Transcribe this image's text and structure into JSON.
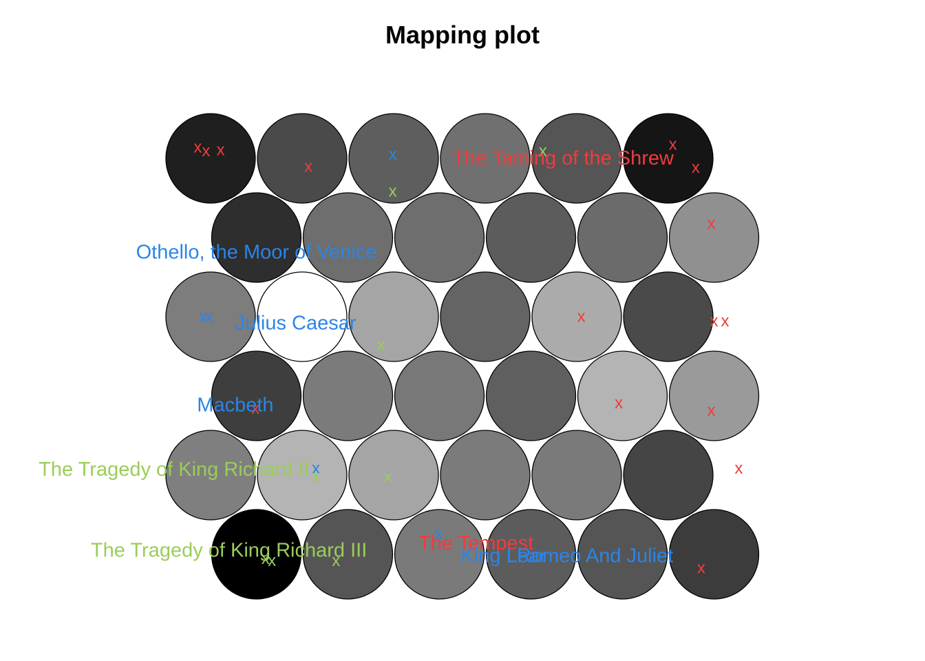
{
  "chart_data": {
    "type": "scatter",
    "title": "Mapping plot",
    "grid": {
      "cols": 6,
      "rows": 6,
      "topology": "hexagonal"
    },
    "colors": {
      "green": "#9acd5a",
      "blue": "#2a85e8",
      "red": "#f03c3c"
    },
    "cells": [
      {
        "row": 1,
        "col": 1,
        "shade": "#000000"
      },
      {
        "row": 1,
        "col": 2,
        "shade": "#555555"
      },
      {
        "row": 1,
        "col": 3,
        "shade": "#7a7a7a"
      },
      {
        "row": 1,
        "col": 4,
        "shade": "#5c5c5c"
      },
      {
        "row": 1,
        "col": 5,
        "shade": "#555555"
      },
      {
        "row": 1,
        "col": 6,
        "shade": "#3c3c3c"
      },
      {
        "row": 2,
        "col": 1,
        "shade": "#7f7f7f"
      },
      {
        "row": 2,
        "col": 2,
        "shade": "#b4b4b4"
      },
      {
        "row": 2,
        "col": 3,
        "shade": "#a5a5a5"
      },
      {
        "row": 2,
        "col": 4,
        "shade": "#7b7b7b"
      },
      {
        "row": 2,
        "col": 5,
        "shade": "#7a7a7a"
      },
      {
        "row": 2,
        "col": 6,
        "shade": "#454545"
      },
      {
        "row": 3,
        "col": 1,
        "shade": "#3e3e3e"
      },
      {
        "row": 3,
        "col": 2,
        "shade": "#7b7b7b"
      },
      {
        "row": 3,
        "col": 3,
        "shade": "#787878"
      },
      {
        "row": 3,
        "col": 4,
        "shade": "#5f5f5f"
      },
      {
        "row": 3,
        "col": 5,
        "shade": "#b4b4b4"
      },
      {
        "row": 3,
        "col": 6,
        "shade": "#9a9a9a"
      },
      {
        "row": 4,
        "col": 1,
        "shade": "#7d7d7d"
      },
      {
        "row": 4,
        "col": 2,
        "shade": "#ffffff"
      },
      {
        "row": 4,
        "col": 3,
        "shade": "#a5a5a5"
      },
      {
        "row": 4,
        "col": 4,
        "shade": "#646464"
      },
      {
        "row": 4,
        "col": 5,
        "shade": "#ababab"
      },
      {
        "row": 4,
        "col": 6,
        "shade": "#4a4a4a"
      },
      {
        "row": 5,
        "col": 1,
        "shade": "#2e2e2e"
      },
      {
        "row": 5,
        "col": 2,
        "shade": "#6e6e6e"
      },
      {
        "row": 5,
        "col": 3,
        "shade": "#6e6e6e"
      },
      {
        "row": 5,
        "col": 4,
        "shade": "#5c5c5c"
      },
      {
        "row": 5,
        "col": 5,
        "shade": "#6b6b6b"
      },
      {
        "row": 5,
        "col": 6,
        "shade": "#909090"
      },
      {
        "row": 6,
        "col": 1,
        "shade": "#1f1f1f"
      },
      {
        "row": 6,
        "col": 2,
        "shade": "#4a4a4a"
      },
      {
        "row": 6,
        "col": 3,
        "shade": "#5e5e5e"
      },
      {
        "row": 6,
        "col": 4,
        "shade": "#707070"
      },
      {
        "row": 6,
        "col": 5,
        "shade": "#555555"
      },
      {
        "row": 6,
        "col": 6,
        "shade": "#151515"
      }
    ],
    "markers": [
      {
        "text": "x",
        "color": "green",
        "row": 1,
        "col": 1,
        "dx": 0.1,
        "dy": -0.05
      },
      {
        "text": "x",
        "color": "green",
        "row": 1,
        "col": 1,
        "dx": 0.17,
        "dy": -0.07
      },
      {
        "text": "x",
        "color": "green",
        "row": 1,
        "col": 2,
        "dx": -0.13,
        "dy": -0.07
      },
      {
        "text": "x",
        "color": "blue",
        "row": 1,
        "col": 3,
        "dx": -0.01,
        "dy": 0.22
      },
      {
        "text": "x",
        "color": "red",
        "row": 1,
        "col": 6,
        "dx": -0.14,
        "dy": -0.15
      },
      {
        "text": "x",
        "color": "blue",
        "row": 2,
        "col": 2,
        "dx": 0.15,
        "dy": 0.07
      },
      {
        "text": "x",
        "color": "green",
        "row": 2,
        "col": 2,
        "dx": 0.15,
        "dy": -0.02
      },
      {
        "text": "x",
        "color": "green",
        "row": 2,
        "col": 3,
        "dx": -0.06,
        "dy": -0.02
      },
      {
        "text": "x",
        "color": "red",
        "row": 2,
        "col": 6,
        "dx": 0.77,
        "dy": 0.07
      },
      {
        "text": "x",
        "color": "red",
        "row": 3,
        "col": 1,
        "dx": -0.01,
        "dy": -0.14
      },
      {
        "text": "x",
        "color": "red",
        "row": 3,
        "col": 5,
        "dx": -0.04,
        "dy": -0.08
      },
      {
        "text": "x",
        "color": "red",
        "row": 3,
        "col": 6,
        "dx": -0.03,
        "dy": -0.16
      },
      {
        "text": "x",
        "color": "blue",
        "row": 4,
        "col": 1,
        "dx": -0.08,
        "dy": 0.0
      },
      {
        "text": "x",
        "color": "blue",
        "row": 4,
        "col": 1,
        "dx": -0.02,
        "dy": 0.0
      },
      {
        "text": "x",
        "color": "green",
        "row": 4,
        "col": 3,
        "dx": -0.14,
        "dy": -0.31
      },
      {
        "text": "x",
        "color": "red",
        "row": 4,
        "col": 5,
        "dx": 0.05,
        "dy": 0.0
      },
      {
        "text": "x",
        "color": "red",
        "row": 4,
        "col": 6,
        "dx": 0.5,
        "dy": -0.05
      },
      {
        "text": "x",
        "color": "red",
        "row": 4,
        "col": 6,
        "dx": 0.62,
        "dy": -0.05
      },
      {
        "text": "x",
        "color": "red",
        "row": 5,
        "col": 6,
        "dx": -0.03,
        "dy": 0.15
      },
      {
        "text": "x",
        "color": "red",
        "row": 6,
        "col": 1,
        "dx": -0.14,
        "dy": 0.12
      },
      {
        "text": "x",
        "color": "red",
        "row": 6,
        "col": 1,
        "dx": -0.05,
        "dy": 0.08
      },
      {
        "text": "x",
        "color": "red",
        "row": 6,
        "col": 1,
        "dx": 0.11,
        "dy": 0.09
      },
      {
        "text": "x",
        "color": "red",
        "row": 6,
        "col": 2,
        "dx": 0.07,
        "dy": -0.09
      },
      {
        "text": "x",
        "color": "blue",
        "row": 6,
        "col": 3,
        "dx": -0.01,
        "dy": 0.04
      },
      {
        "text": "x",
        "color": "green",
        "row": 6,
        "col": 3,
        "dx": -0.01,
        "dy": -0.36
      },
      {
        "text": "x",
        "color": "green",
        "row": 6,
        "col": 4,
        "dx": 0.63,
        "dy": 0.08
      },
      {
        "text": "x",
        "color": "red",
        "row": 6,
        "col": 6,
        "dx": 0.05,
        "dy": 0.15
      },
      {
        "text": "x",
        "color": "red",
        "row": 6,
        "col": 6,
        "dx": 0.3,
        "dy": -0.1
      }
    ],
    "labels": [
      {
        "text": "The Tragedy of King Richard III",
        "color": "green",
        "row": 1,
        "col": 1,
        "dx": -0.3,
        "dy": 0.04
      },
      {
        "text": "The Tempest",
        "color": "red",
        "row": 1,
        "col": 3,
        "dx": 0.4,
        "dy": 0.12
      },
      {
        "text": "King Lear",
        "color": "blue",
        "row": 1,
        "col": 4,
        "dx": -0.3,
        "dy": -0.02
      },
      {
        "text": "Romeo And Juliet",
        "color": "blue",
        "row": 1,
        "col": 5,
        "dx": -0.3,
        "dy": -0.02
      },
      {
        "text": "The Tragedy of King Richard II",
        "color": "green",
        "row": 2,
        "col": 1,
        "dx": -0.4,
        "dy": 0.06
      },
      {
        "text": "Macbeth",
        "color": "blue",
        "row": 3,
        "col": 1,
        "dx": -0.23,
        "dy": -0.1
      },
      {
        "text": "Julius Caesar",
        "color": "blue",
        "row": 4,
        "col": 2,
        "dx": -0.07,
        "dy": -0.07
      },
      {
        "text": "Othello, the Moor of Venice",
        "color": "blue",
        "row": 5,
        "col": 1,
        "dx": 0.0,
        "dy": -0.16
      },
      {
        "text": "The Taming of the Shrew",
        "color": "red",
        "row": 6,
        "col": 5,
        "dx": -0.15,
        "dy": 0.0
      }
    ]
  }
}
